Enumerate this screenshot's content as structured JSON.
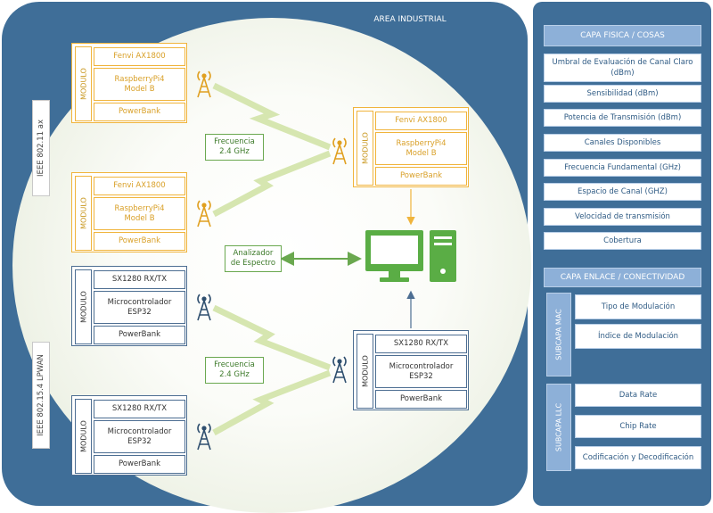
{
  "area": {
    "title": "AREA INDUSTRIAL"
  },
  "standards": {
    "wifi": "IEEE 802.11 ax",
    "lpwan": "IEEE 802.15.4 LPWAN"
  },
  "module_label": "MODULO",
  "wifi_module": {
    "router": "Fenvi AX1800",
    "board": "RaspberryPi4\nModel B",
    "power": "PowerBank"
  },
  "lora_module": {
    "radio": "SX1280 RX/TX",
    "mcu": "Microcontrolador\nESP32",
    "power": "PowerBank"
  },
  "freq_label": "Frecuencia\n2.4 GHz",
  "analyzer_label": "Analizador\nde Espectro",
  "sidebar": {
    "physical": {
      "title": "CAPA FISICA / COSAS",
      "items": [
        "Umbral de Evaluación de Canal Claro\n(dBm)",
        "Sensibilidad (dBm)",
        "Potencia de Transmisión (dBm)",
        "Canales Disponibles",
        "Frecuencia Fundamental (GHz)",
        "Espacio de Canal (GHZ)",
        "Velocidad de transmisión",
        "Cobertura"
      ]
    },
    "link": {
      "title": "CAPA ENLACE / CONECTIVIDAD",
      "mac": {
        "title": "SUBCAPA MAC",
        "items": [
          "Tipo de Modulación",
          "Índice de Modulación"
        ]
      },
      "llc": {
        "title": "SUBCAPA LLC",
        "items": [
          "Data Rate",
          "Chip Rate",
          "Codificación y Decodificación"
        ]
      }
    }
  },
  "colors": {
    "panel": "#3f6e98",
    "orange": "#f0b43c",
    "blue": "#4d6e92",
    "green": "#6aa84f",
    "computer": "#5aad45"
  },
  "icons": [
    "antenna-icon",
    "computer-monitor-icon",
    "computer-tower-icon",
    "lightning-link-icon"
  ]
}
